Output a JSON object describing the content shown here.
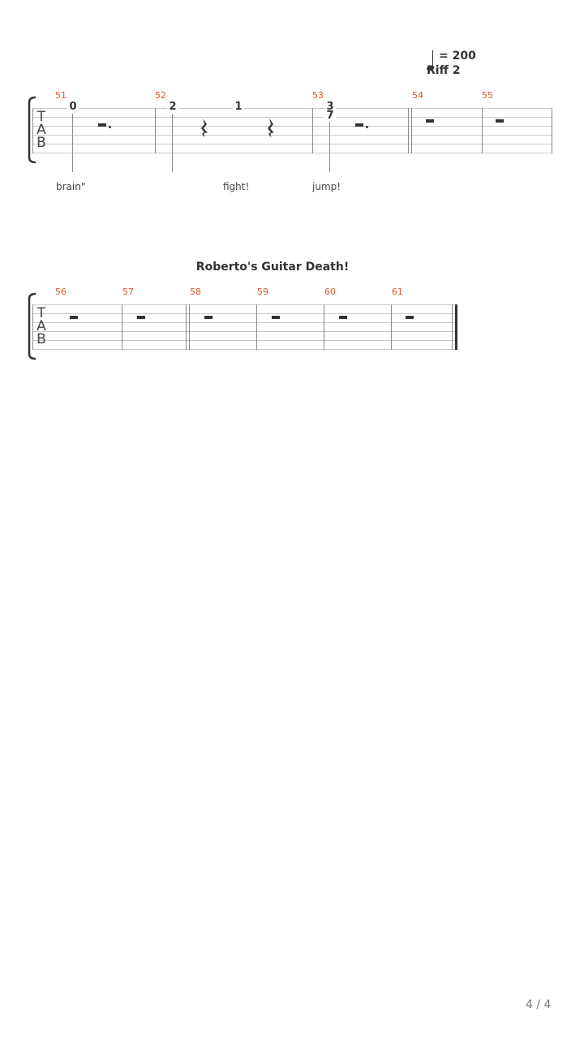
{
  "tempo": {
    "label": "= 200",
    "note_icon": "quarter-note-icon"
  },
  "sections": {
    "riff": "Riff 2",
    "system2_title": "Roberto's Guitar Death!"
  },
  "clef": {
    "t": "T",
    "a": "A",
    "b": "B"
  },
  "system1": {
    "bars": [
      "51",
      "52",
      "53",
      "54",
      "55"
    ],
    "frets": [
      "0",
      "2",
      "1",
      "3",
      "7"
    ],
    "lyrics": [
      "brain\"",
      "fight!",
      "jump!"
    ]
  },
  "system2": {
    "bars": [
      "56",
      "57",
      "58",
      "59",
      "60",
      "61"
    ]
  },
  "footer": {
    "page": "4 / 4"
  },
  "colors": {
    "bar_number": "#e0592a",
    "staff_line": "#c8c8c8",
    "text": "#333333"
  }
}
